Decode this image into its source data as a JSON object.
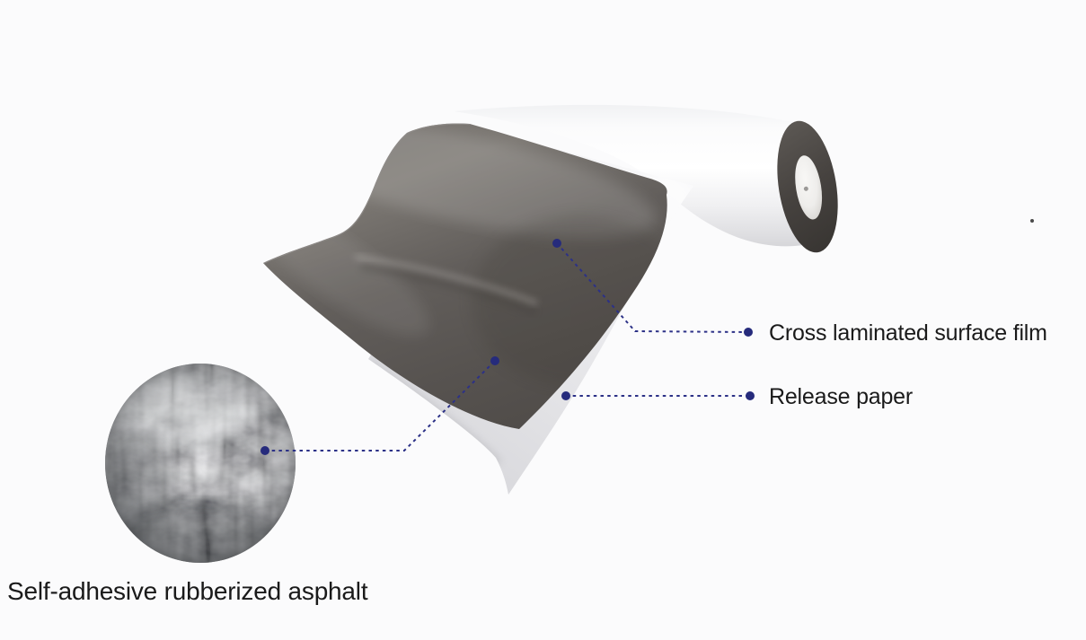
{
  "diagram": {
    "callouts": [
      {
        "id": "surface-film",
        "label": "Cross laminated surface film"
      },
      {
        "id": "release-paper",
        "label": "Release paper"
      },
      {
        "id": "adhesive-asphalt",
        "label": "Self-adhesive rubberized asphalt"
      }
    ],
    "colors": {
      "background": "#fbfbfc",
      "membrane_dark": "#56524f",
      "membrane_highlight": "#7d7974",
      "release_paper": "#e7e7ea",
      "roll_surface": "#ffffff",
      "roll_cap_ring": "#46423f",
      "roll_core": "#f2f1ef",
      "leader_line": "#2c3187",
      "leader_dot": "#262b7c",
      "label_text": "#1a1a1a"
    }
  }
}
